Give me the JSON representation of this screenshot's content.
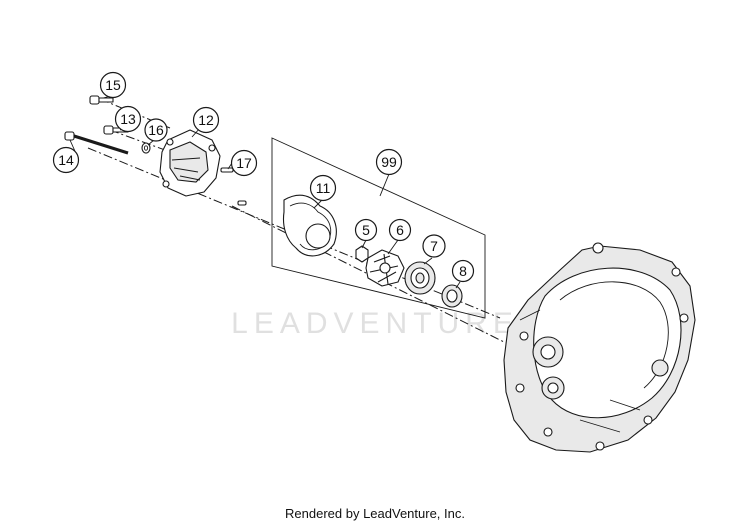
{
  "diagram": {
    "watermark": "LEADVENTURE",
    "footer": "Rendered by LeadVenture, Inc.",
    "callouts": [
      "15",
      "13",
      "16",
      "12",
      "14",
      "17",
      "99",
      "11",
      "5",
      "6",
      "7",
      "8"
    ]
  }
}
